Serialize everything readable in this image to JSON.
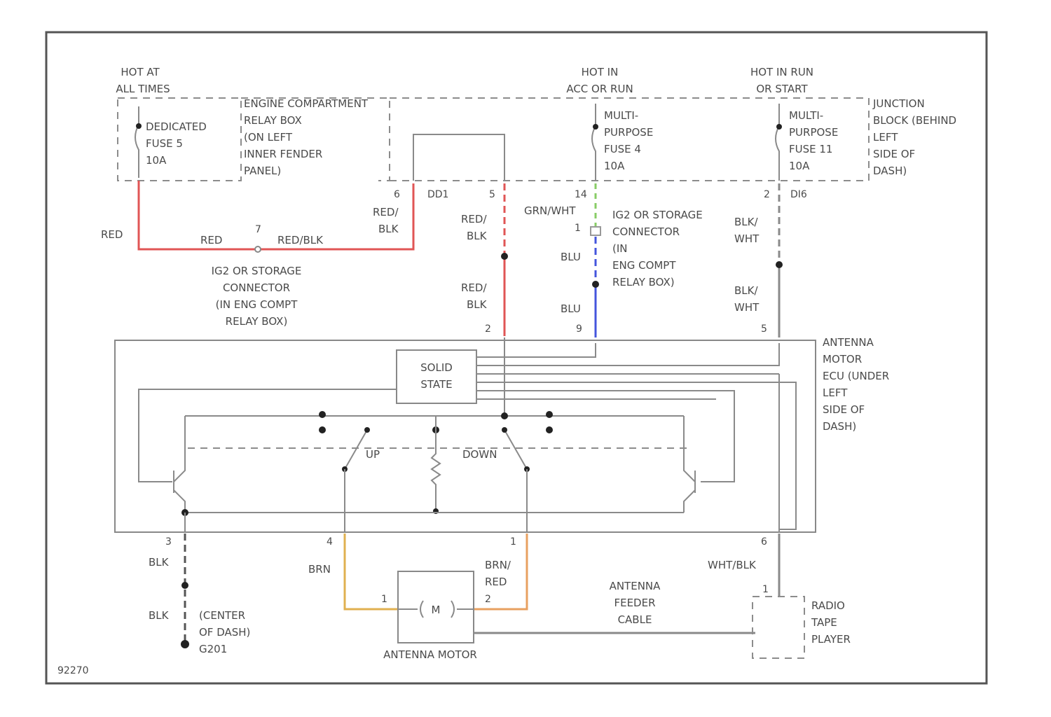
{
  "diagram_id": "92270",
  "colors": {
    "red": "#e05555",
    "orange": "#e8a060",
    "yellow": "#e0b050",
    "green": "#88cc66",
    "blue": "#4455dd",
    "gray": "#8a8a8a"
  },
  "power": {
    "hot_at_all_times": [
      "HOT AT",
      "ALL TIMES"
    ],
    "hot_in_acc_or_run": [
      "HOT IN",
      "ACC OR RUN"
    ],
    "hot_in_run_or_start": [
      "HOT IN RUN",
      "OR START"
    ]
  },
  "fuses": {
    "dedicated": [
      "DEDICATED",
      "FUSE 5",
      "10A"
    ],
    "multi_4": [
      "MULTI-",
      "PURPOSE",
      "FUSE 4",
      "10A"
    ],
    "multi_11": [
      "MULTI-",
      "PURPOSE",
      "FUSE 11",
      "10A"
    ]
  },
  "boxes": {
    "engine_relay_box": [
      "ENGINE COMPARTMENT",
      "RELAY BOX",
      "(ON LEFT",
      "INNER FENDER",
      "PANEL)"
    ],
    "junction_block": [
      "JUNCTION",
      "BLOCK (BEHIND",
      "LEFT",
      "SIDE OF",
      "DASH)"
    ],
    "antenna_ecu": [
      "ANTENNA",
      "MOTOR",
      "ECU (UNDER",
      "LEFT",
      "SIDE OF",
      "DASH)"
    ],
    "solid_state": [
      "SOLID",
      "STATE"
    ],
    "radio": [
      "RADIO",
      "TAPE",
      "PLAYER"
    ]
  },
  "connectors": {
    "ig2_1": [
      "IG2 OR STORAGE",
      "CONNECTOR",
      "(IN ENG COMPT",
      "RELAY BOX)"
    ],
    "ig2_2": [
      "IG2 OR STORAGE",
      "CONNECTOR",
      "(IN",
      "ENG COMPT",
      "RELAY BOX)"
    ],
    "c_pin_left": "6",
    "c_id_left": "DD1",
    "c_pin_mid": "5",
    "c_pin_acc": "14",
    "c_pin_run": "2",
    "c_id_run": "DI6",
    "c_pin_7": "7",
    "c_pin_1": "1",
    "ecu_pin_2": "2",
    "ecu_pin_9": "9",
    "ecu_pin_5": "5",
    "ecu_pin_3": "3",
    "ecu_pin_4": "4",
    "ecu_pin_1": "1",
    "ecu_pin_6": "6",
    "motor_pin_1": "1",
    "motor_pin_2": "2",
    "radio_pin_1": "1"
  },
  "wires": {
    "red": "RED",
    "red_blk": "RED/BLK",
    "red_slash": "RED/",
    "blk": "BLK",
    "grn_wht": "GRN/WHT",
    "blu": "BLU",
    "blk_slash": "BLK/",
    "wht": "WHT",
    "brn": "BRN",
    "brn_slash": "BRN/",
    "red2": "RED",
    "wht_blk": "WHT/BLK"
  },
  "switches": {
    "up": "UP",
    "down": "DOWN"
  },
  "motor": {
    "symbol": "M",
    "label": "ANTENNA MOTOR"
  },
  "feeder": [
    "ANTENNA",
    "FEEDER",
    "CABLE"
  ],
  "ground": [
    "(CENTER",
    "OF DASH)",
    "G201"
  ]
}
